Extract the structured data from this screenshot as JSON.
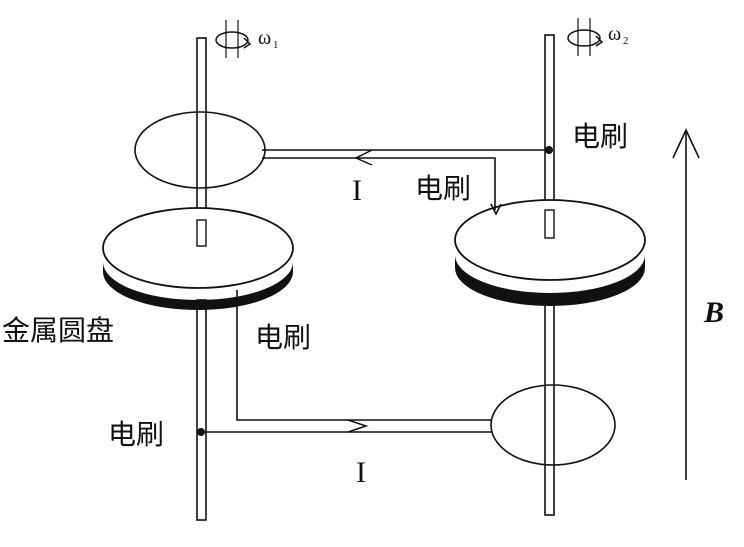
{
  "labels": {
    "omega1": "ω",
    "omega1_sub": "1",
    "omega2": "ω",
    "omega2_sub": "2",
    "brush_top_right": "电刷",
    "brush_mid_right": "电刷",
    "brush_mid_left": "电刷",
    "brush_bottom_left": "电刷",
    "current_top": "I",
    "current_bottom": "I",
    "metal_disk": "金属圆盘",
    "magnetic_field": "B"
  },
  "colors": {
    "line": "#111111",
    "background": "#ffffff"
  }
}
